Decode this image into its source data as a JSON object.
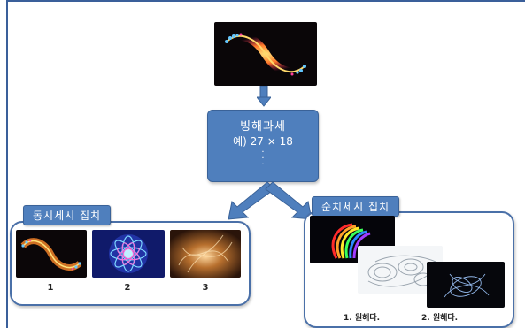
{
  "center_box": {
    "title": "빙해과세",
    "example": "예) 27 × 18",
    "dots": "· · ·"
  },
  "left_group": {
    "label": "동시세시 집치",
    "items": [
      {
        "number": "1",
        "image": "fractal-spiral-image"
      },
      {
        "number": "2",
        "image": "fractal-mandala-image"
      },
      {
        "number": "3",
        "image": "fractal-smoke-image"
      }
    ]
  },
  "right_group": {
    "label": "순치세시 집치",
    "captions": [
      "1. 원해다.",
      "2. 원해다."
    ],
    "images": [
      "fractal-rainbow-image",
      "fractal-swirl-image",
      "fractal-dark-image"
    ]
  },
  "colors": {
    "box_fill": "#4f7fbd",
    "box_border": "#3a6298",
    "line": "#3a5f9a"
  }
}
